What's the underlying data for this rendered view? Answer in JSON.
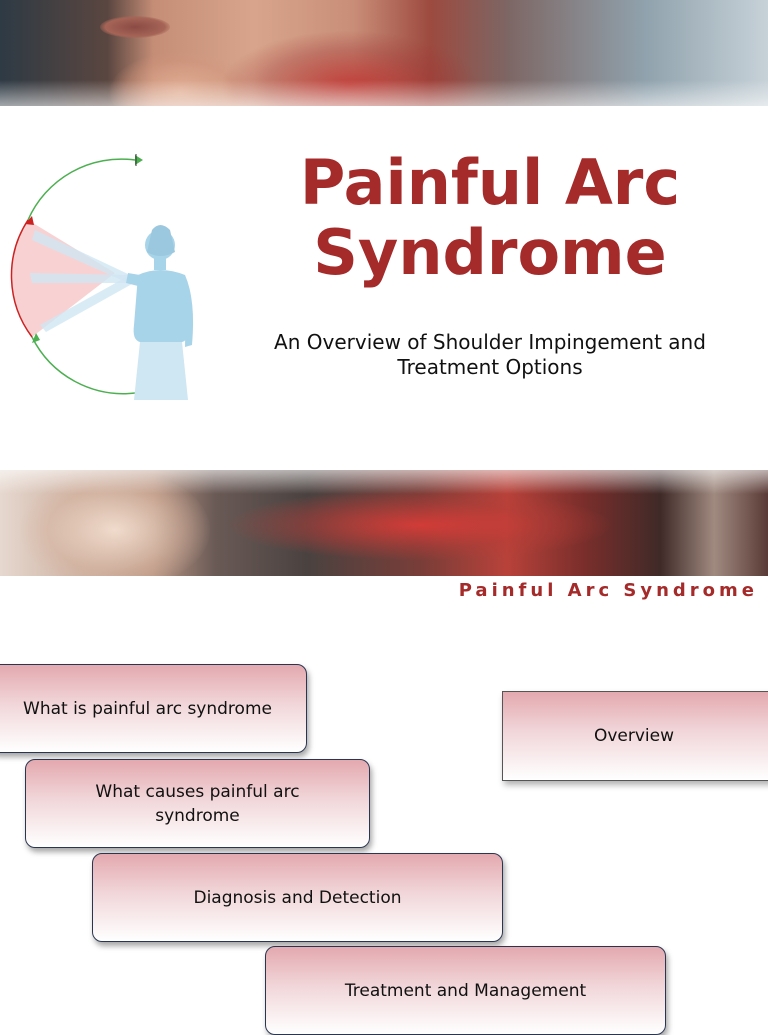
{
  "slide1": {
    "title": "Painful Arc Syndrome",
    "subtitle": "An Overview of Shoulder Impingement and Treatment Options",
    "colors": {
      "title": "#a52a2a",
      "arc_green": "#4caf50",
      "arc_red": "#cc2222",
      "figure": "#a8d4ea"
    }
  },
  "slide2": {
    "header": "Painful Arc Syndrome",
    "topics": [
      "What is painful arc syndrome",
      "What causes painful arc syndrome",
      "Diagnosis and Detection",
      "Treatment and Management"
    ],
    "overview_label": "Overview"
  }
}
